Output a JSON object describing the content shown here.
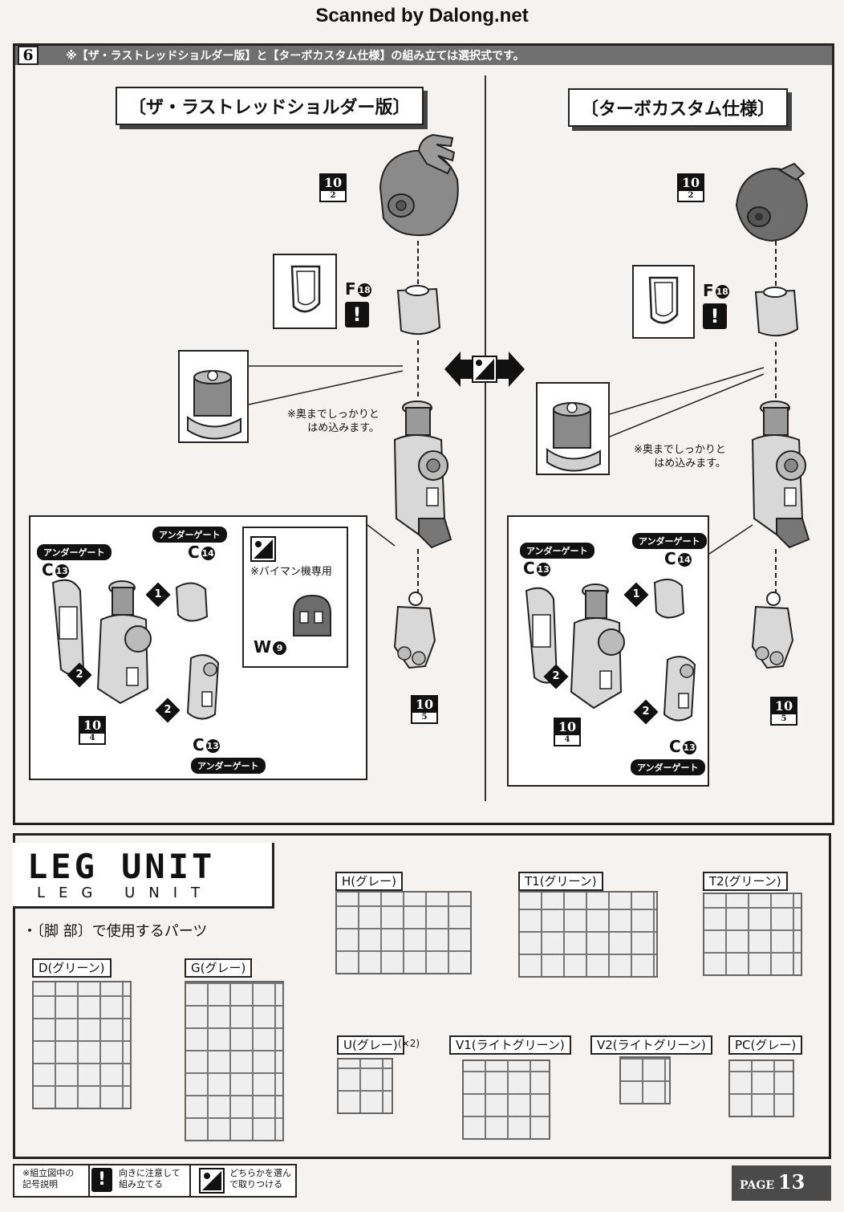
{
  "scan_title": "Scanned by Dalong.net",
  "step": {
    "number": "6",
    "note": "※【ザ・ラストレッドショルダー版】と【ターボカスタム仕様】の組み立ては選択式です。"
  },
  "left_version": {
    "title": "〔ザ・ラストレッドショルダー版〕",
    "shoulder_ref": {
      "top": "10",
      "bottom": "2"
    },
    "part_f": "F",
    "part_f_num": "18",
    "warning": "!",
    "note_line1": "※奥までしっかりと",
    "note_line2": "はめ込みます。",
    "leg_ref": {
      "top": "10",
      "bottom": "5"
    },
    "sub": {
      "gate_label_1": "アンダーゲート",
      "gate_label_2": "アンダーゲート",
      "gate_label_3": "アンダーゲート",
      "c13_a": "C",
      "c13_a_num": "13",
      "c14": "C",
      "c14_num": "14",
      "c13_b": "C",
      "c13_b_num": "13",
      "step1": "1",
      "step2a": "2",
      "step2b": "2",
      "ref": {
        "top": "10",
        "bottom": "4"
      },
      "option_note": "※バイマン機専用",
      "part_w": "W",
      "part_w_num": "9"
    }
  },
  "right_version": {
    "title": "〔ターボカスタム仕様〕",
    "shoulder_ref": {
      "top": "10",
      "bottom": "2"
    },
    "part_f": "F",
    "part_f_num": "18",
    "warning": "!",
    "note_line1": "※奥までしっかりと",
    "note_line2": "はめ込みます。",
    "leg_ref": {
      "top": "10",
      "bottom": "5"
    },
    "sub": {
      "gate_label_1": "アンダーゲート",
      "gate_label_2": "アンダーゲート",
      "gate_label_3": "アンダーゲート",
      "c13_a": "C",
      "c13_a_num": "13",
      "c14": "C",
      "c14_num": "14",
      "c13_b": "C",
      "c13_b_num": "13",
      "step1": "1",
      "step2a": "2",
      "step2b": "2",
      "ref": {
        "top": "10",
        "bottom": "4"
      }
    }
  },
  "leg_unit": {
    "logo_big": "LEG UNIT",
    "logo_small": "LEG UNIT",
    "parts_used": "・〔脚 部〕で使用するパーツ",
    "runners": {
      "d": "D(グリーン)",
      "g": "G(グレー)",
      "h": "H(グレー)",
      "t1": "T1(グリーン)",
      "t2": "T2(グリーン)",
      "u": "U(グレー)",
      "u_count": "(×2)",
      "v1": "V1(ライトグリーン)",
      "v2": "V2(ライトグリーン)",
      "pc": "PC(グレー)"
    }
  },
  "legend": {
    "title_line1": "※組立図中の",
    "title_line2": "記号説明",
    "item1_line1": "向きに注意して",
    "item1_line2": "組み立てる",
    "item2_line1": "どちらかを選ん",
    "item2_line2": "で取りつける"
  },
  "page": {
    "label": "PAGE",
    "number": "13"
  }
}
